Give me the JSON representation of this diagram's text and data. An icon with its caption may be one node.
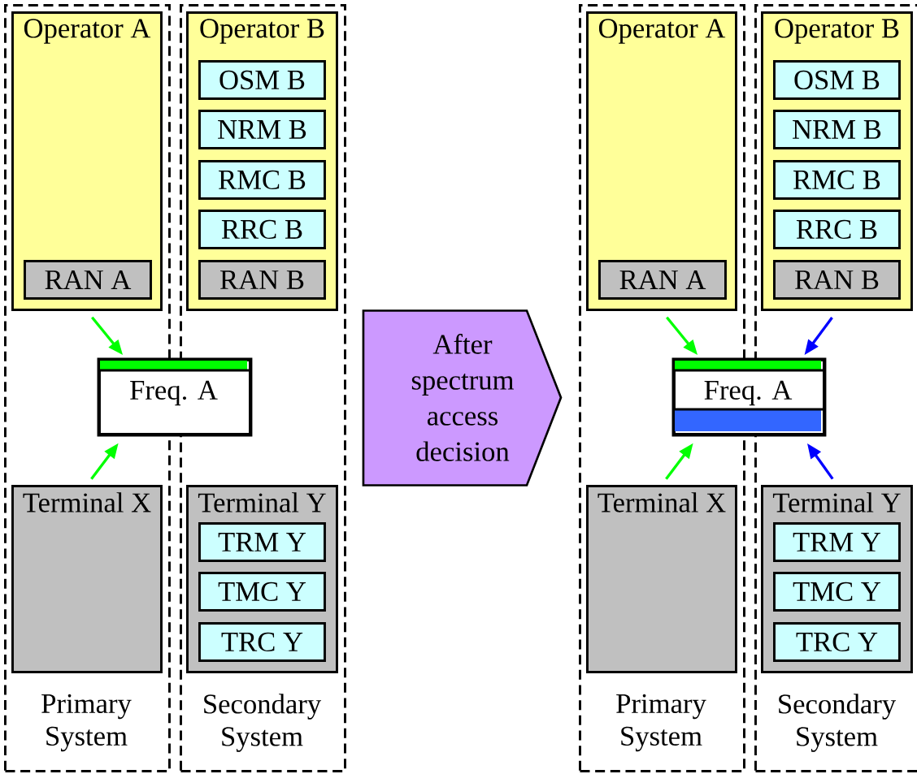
{
  "diagram": {
    "nodes": [
      {
        "text": [
          "Primary System"
        ]
      },
      {
        "text": [
          "Operator A"
        ],
        "in": 0
      },
      {
        "text": [
          "RAN A"
        ],
        "in": 1
      },
      {
        "text": [
          "Terminal X"
        ],
        "in": 0
      },
      {
        "text": [
          "Secondary System"
        ]
      },
      {
        "text": [
          "Operator B"
        ],
        "in": 4
      },
      {
        "text": [
          "OSM B"
        ],
        "in": 5
      },
      {
        "text": [
          "NRM B"
        ],
        "in": 5
      },
      {
        "text": [
          "RMC B"
        ],
        "in": 5
      },
      {
        "text": [
          "RRC B"
        ],
        "in": 5
      },
      {
        "text": [
          "RAN B"
        ],
        "in": 5
      },
      {
        "text": [
          "Terminal Y"
        ],
        "in": 4
      },
      {
        "text": [
          "TRM Y"
        ],
        "in": 11
      },
      {
        "text": [
          "TMC Y"
        ],
        "in": 11
      },
      {
        "text": [
          "TRC Y"
        ],
        "in": 11
      },
      {
        "text": [
          "Freq. A"
        ]
      },
      {
        "text": [
          "Primary System"
        ]
      },
      {
        "text": [
          "Operator A"
        ],
        "in": 16
      },
      {
        "text": [
          "RAN A"
        ],
        "in": 17
      },
      {
        "text": [
          "Terminal X"
        ],
        "in": 16
      },
      {
        "text": [
          "Secondary System"
        ]
      },
      {
        "text": [
          "Operator B"
        ],
        "in": 20
      },
      {
        "text": [
          "OSM B"
        ],
        "in": 21
      },
      {
        "text": [
          "NRM B"
        ],
        "in": 21
      },
      {
        "text": [
          "RMC B"
        ],
        "in": 21
      },
      {
        "text": [
          "RRC B"
        ],
        "in": 21
      },
      {
        "text": [
          "RAN B"
        ],
        "in": 21
      },
      {
        "text": [
          "Terminal Y"
        ],
        "in": 20
      },
      {
        "text": [
          "TRM Y"
        ],
        "in": 27
      },
      {
        "text": [
          "TMC Y"
        ],
        "in": 27
      },
      {
        "text": [
          "TRC Y"
        ],
        "in": 27
      },
      {
        "text": [
          "Freq. A"
        ]
      }
    ],
    "edges": [
      {
        "from": 1,
        "to": 15,
        "arrow": "to"
      },
      {
        "from": 3,
        "to": 15,
        "arrow": "to"
      },
      {
        "from": 4,
        "to": 16,
        "arrow": "to",
        "label": "After spectrum access decision",
        "style": "thick",
        "color": "#cc99ff"
      },
      {
        "from": 17,
        "to": 31,
        "arrow": "to"
      },
      {
        "from": 19,
        "to": 31,
        "arrow": "to"
      },
      {
        "from": 21,
        "to": 31,
        "arrow": "to",
        "color": "#0000ff"
      },
      {
        "from": 27,
        "to": 31,
        "arrow": "to",
        "color": "#0000ff"
      }
    ]
  }
}
